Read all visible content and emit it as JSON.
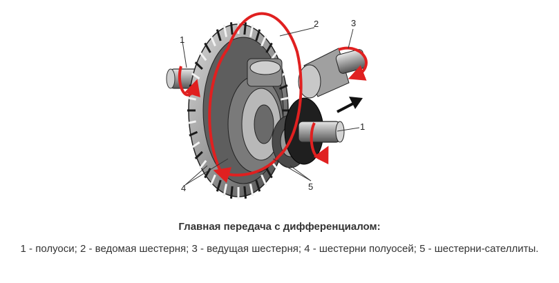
{
  "diagram": {
    "callouts": [
      "1",
      "2",
      "3",
      "1",
      "4",
      "5"
    ],
    "colors": {
      "ring_gear_dark": "#3a3a3a",
      "ring_gear_light": "#bdbdbd",
      "arrow_red": "#e02020",
      "shaft": "#9a9a9a"
    }
  },
  "caption": {
    "title": "Главная передача с дифференциалом:",
    "body": "1 - полуоси; 2 - ведомая шестерня; 3 - ведущая шестерня; 4 - шестерни полуосей; 5 - шестерни-сателлиты."
  }
}
